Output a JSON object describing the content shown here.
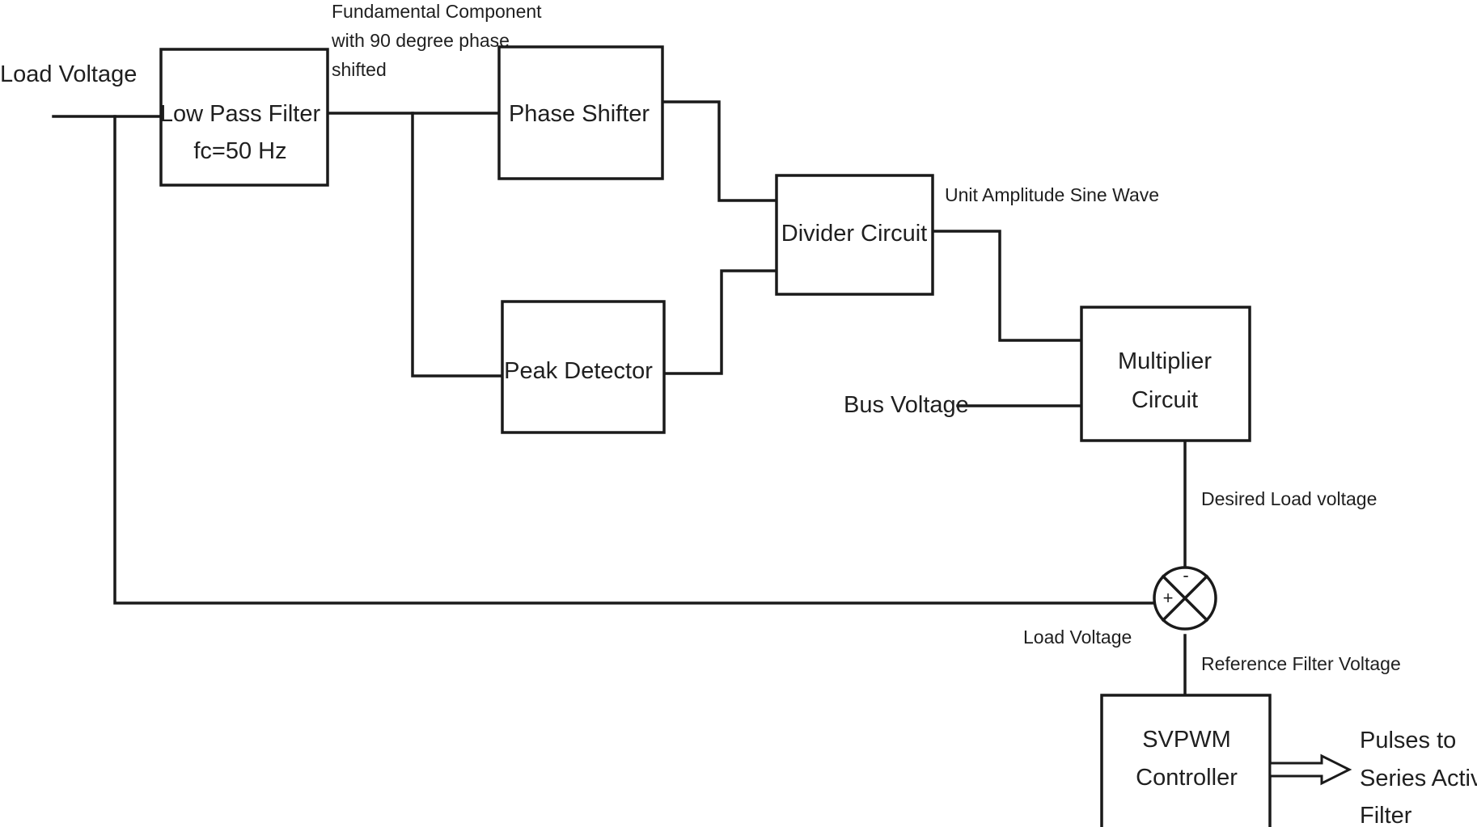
{
  "blocks": {
    "low_pass_filter": [
      "Low Pass Filter",
      "fc=50 Hz"
    ],
    "phase_shifter": [
      "Phase Shifter"
    ],
    "peak_detector": [
      "Peak Detector"
    ],
    "divider_circuit": [
      "Divider Circuit"
    ],
    "multiplier_circuit": [
      "Multiplier",
      "Circuit"
    ],
    "svpwm_controller": [
      "SVPWM",
      "Controller"
    ]
  },
  "labels": {
    "load_voltage_input": "Load Voltage",
    "fundamental_component": [
      "Fundamental Component",
      "with 90 degree phase",
      "shifted"
    ],
    "unit_amplitude_sine_wave": "Unit Amplitude Sine Wave",
    "bus_voltage": "Bus Voltage",
    "desired_load_voltage": "Desired Load voltage",
    "load_voltage_feedback": "Load Voltage",
    "reference_filter_voltage": "Reference Filter Voltage",
    "pulses_output": [
      "Pulses to",
      "Series Active",
      "Filter"
    ]
  },
  "summing_junction": {
    "plus": "+",
    "minus": "-"
  }
}
